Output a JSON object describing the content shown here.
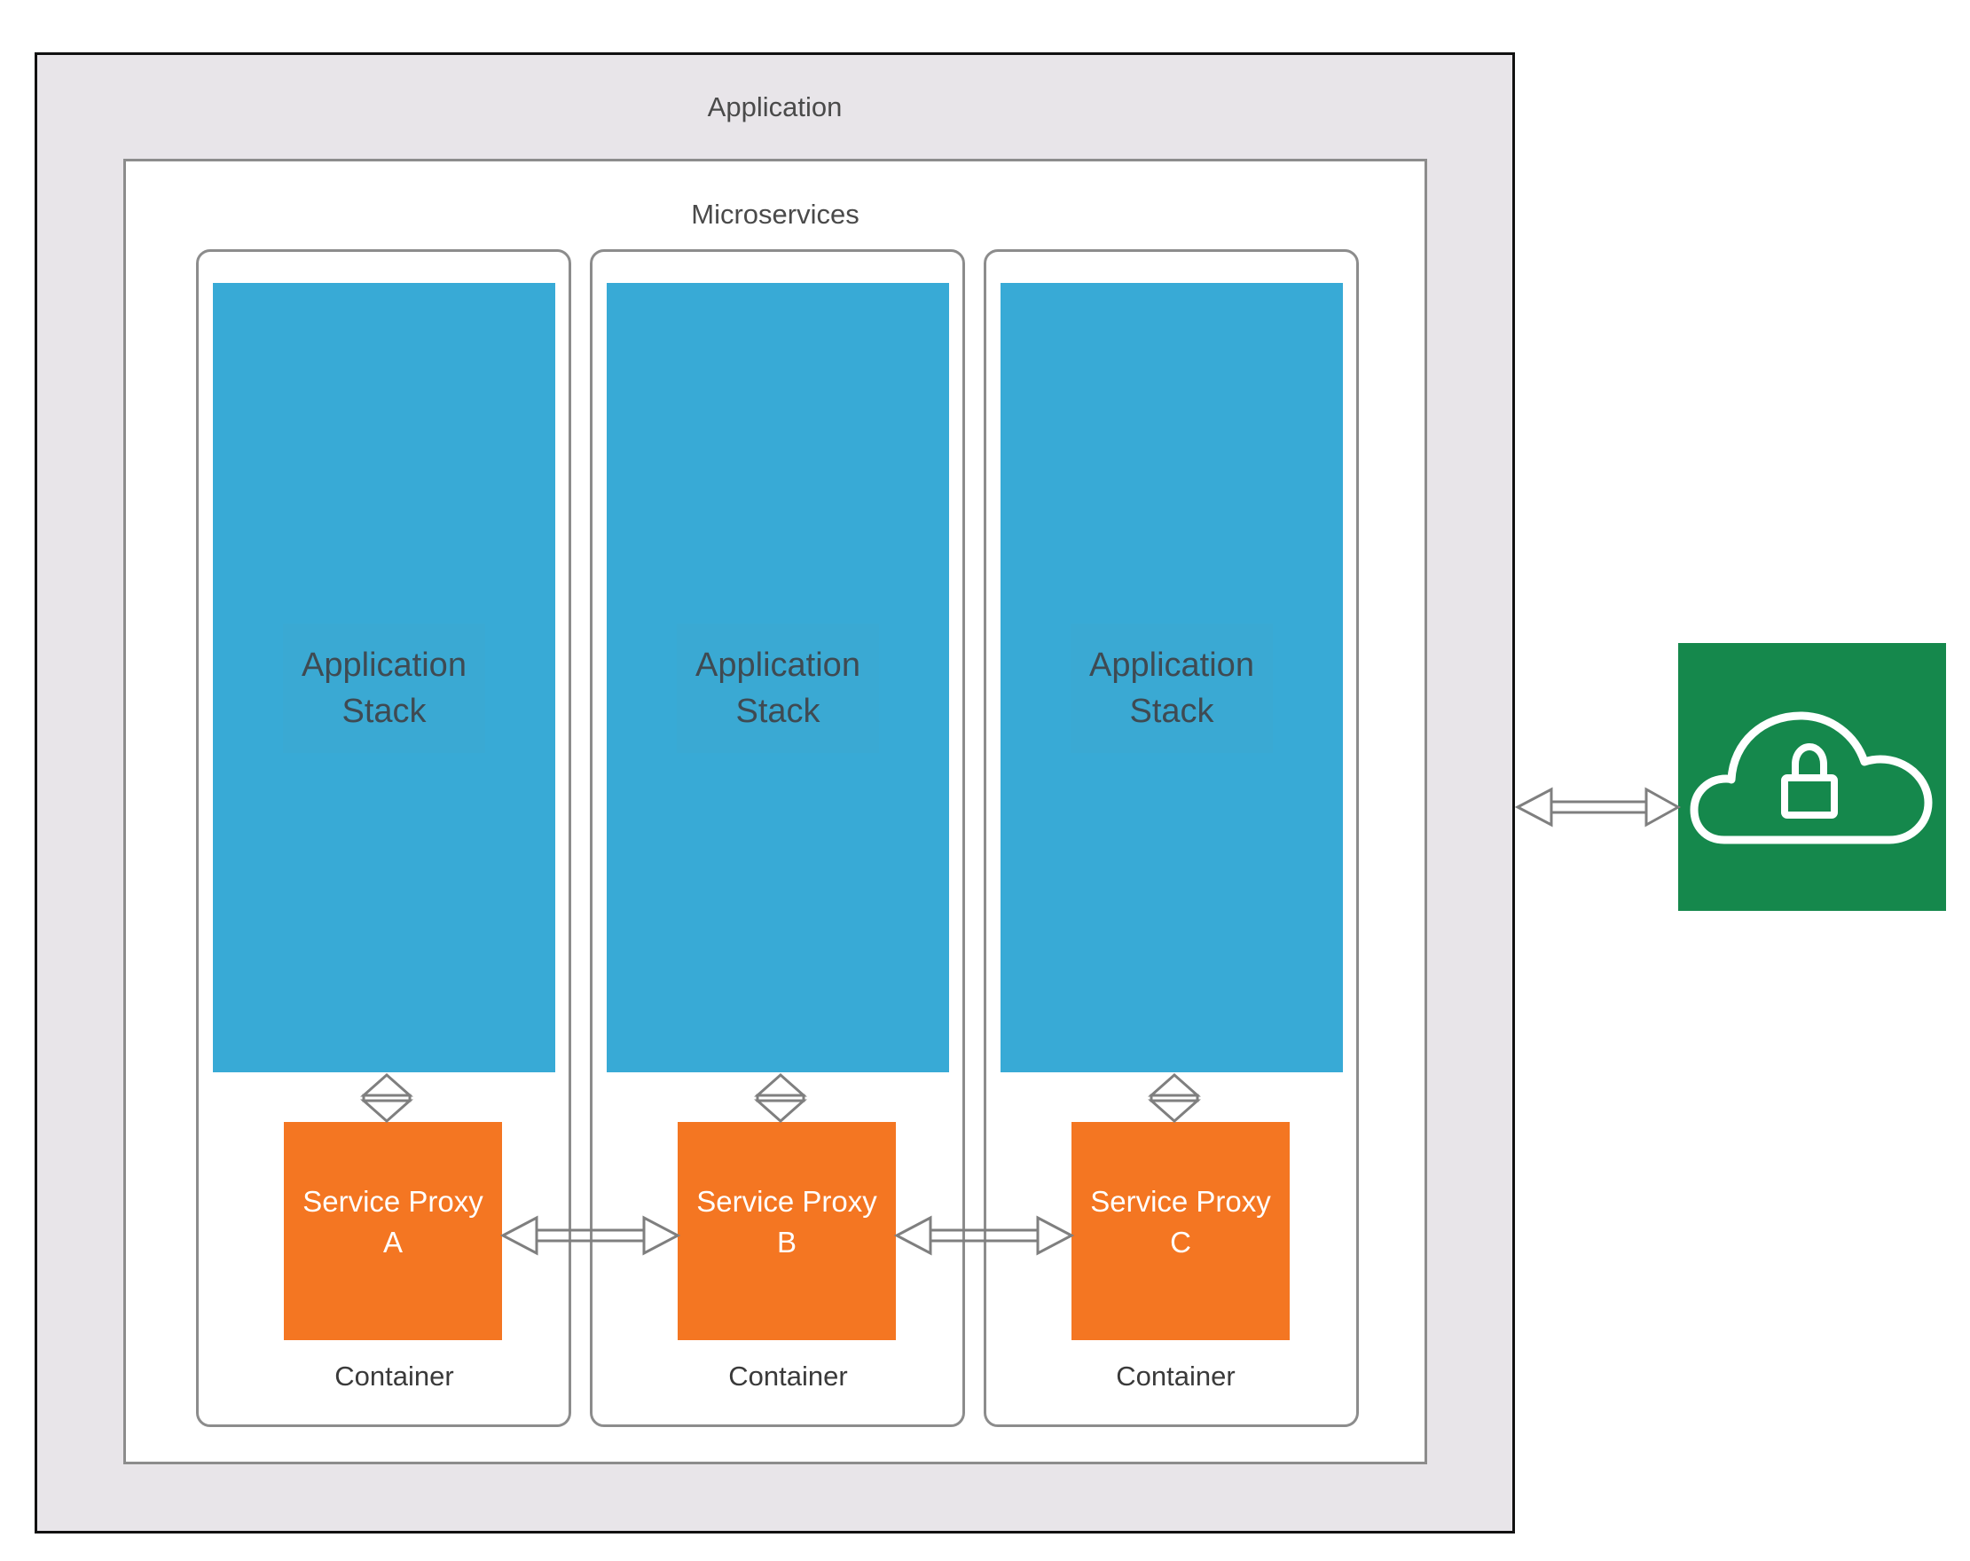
{
  "application": {
    "title": "Application"
  },
  "microservices": {
    "title": "Microservices"
  },
  "containers": [
    {
      "stack_label": "Application\nStack",
      "proxy_label": "Service Proxy\nA",
      "container_label": "Container"
    },
    {
      "stack_label": "Application\nStack",
      "proxy_label": "Service Proxy\nB",
      "container_label": "Container"
    },
    {
      "stack_label": "Application\nStack",
      "proxy_label": "Service Proxy\nC",
      "container_label": "Container"
    }
  ],
  "cloud": {
    "icon": "cloud-lock-icon"
  },
  "colors": {
    "application_frame": "#e8e5e9",
    "stack": "#38aad6",
    "proxy": "#f47622",
    "cloud_tile": "#15884c",
    "connector": "#7f7f7f"
  }
}
